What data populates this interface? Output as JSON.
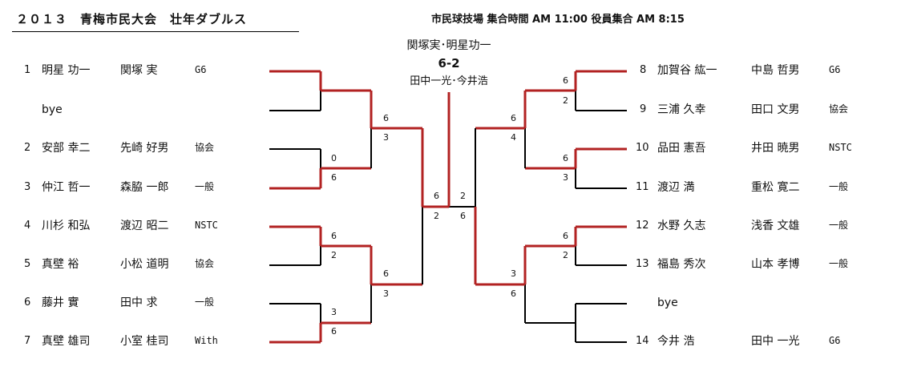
{
  "header": {
    "title": "２０１３　青梅市民大会　壮年ダブルス",
    "info": "市民球技場  集合時間  AM 11:00      役員集合 AM 8:15"
  },
  "final": {
    "winner": "関塚実･明星功一",
    "score": "6-2",
    "runner_up": "田中一光･今井浩"
  },
  "left": [
    {
      "num": "1",
      "p1": "明星 功一",
      "p2": "関塚 実",
      "club": "G6"
    },
    {
      "num": "",
      "p1": "bye",
      "p2": "",
      "club": ""
    },
    {
      "num": "2",
      "p1": "安部 幸二",
      "p2": "先崎 好男",
      "club": "協会"
    },
    {
      "num": "3",
      "p1": "仲江 哲一",
      "p2": "森脇 一郎",
      "club": "一般"
    },
    {
      "num": "4",
      "p1": "川杉 和弘",
      "p2": "渡辺 昭二",
      "club": "NSTC"
    },
    {
      "num": "5",
      "p1": "真壁 裕",
      "p2": "小松 道明",
      "club": "協会"
    },
    {
      "num": "6",
      "p1": "藤井 實",
      "p2": "田中 求",
      "club": "一般"
    },
    {
      "num": "7",
      "p1": "真壁 雄司",
      "p2": "小室 桂司",
      "club": "With"
    }
  ],
  "right": [
    {
      "num": "8",
      "p1": "加賀谷 紘一",
      "p2": "中島 哲男",
      "club": "G6"
    },
    {
      "num": "9",
      "p1": "三浦 久幸",
      "p2": "田口 文男",
      "club": "協会"
    },
    {
      "num": "10",
      "p1": "品田 憲吾",
      "p2": "井田 暁男",
      "club": "NSTC"
    },
    {
      "num": "11",
      "p1": "渡辺 満",
      "p2": "重松 寛二",
      "club": "一般"
    },
    {
      "num": "12",
      "p1": "水野 久志",
      "p2": "浅香 文雄",
      "club": "一般"
    },
    {
      "num": "13",
      "p1": "福島 秀次",
      "p2": "山本 孝博",
      "club": "一般"
    },
    {
      "num": "",
      "p1": "bye",
      "p2": "",
      "club": ""
    },
    {
      "num": "14",
      "p1": "今井 浩",
      "p2": "田中 一光",
      "club": "G6"
    }
  ],
  "scores": [
    {
      "v": "0"
    },
    {
      "v": "6"
    },
    {
      "v": "6"
    },
    {
      "v": "2"
    },
    {
      "v": "3"
    },
    {
      "v": "6"
    },
    {
      "v": "6"
    },
    {
      "v": "3"
    },
    {
      "v": "6"
    },
    {
      "v": "3"
    },
    {
      "v": "6"
    },
    {
      "v": "2"
    },
    {
      "v": "2"
    },
    {
      "v": "6"
    },
    {
      "v": "6"
    },
    {
      "v": "2"
    },
    {
      "v": "6"
    },
    {
      "v": "3"
    },
    {
      "v": "6"
    },
    {
      "v": "2"
    },
    {
      "v": "6"
    },
    {
      "v": "4"
    },
    {
      "v": "3"
    },
    {
      "v": "6"
    }
  ],
  "colors": {
    "win": "#b22222",
    "line": "#000000"
  }
}
